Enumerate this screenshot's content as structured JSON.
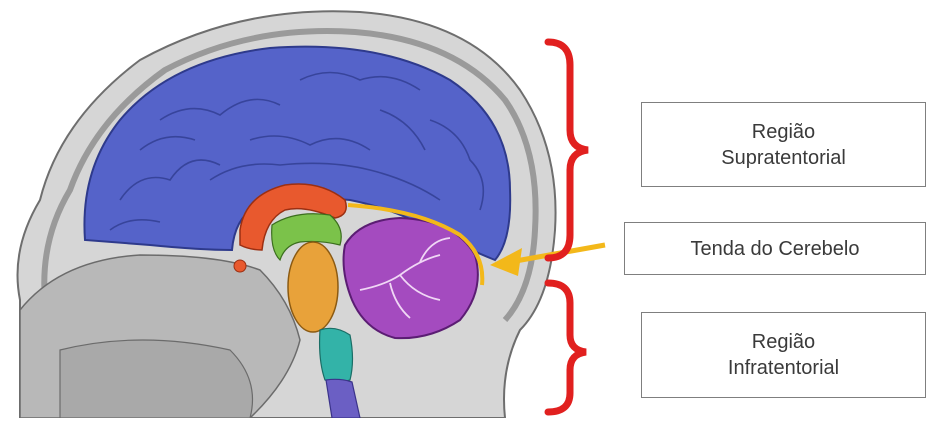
{
  "labels": {
    "supratentorial": {
      "line1": "Região",
      "line2": "Supratentorial"
    },
    "tentorium": "Tenda do Cerebelo",
    "infratentorial": {
      "line1": "Região",
      "line2": "Infratentorial"
    }
  },
  "colors": {
    "cerebrum": "#5563c9",
    "corpus_callosum_region": "#e8592e",
    "thalamus_midbrain": "#e8a23a",
    "brainstem": "#33b3a8",
    "cerebellum": "#a44bbf",
    "bracket": "#e1201f",
    "arrow": "#f3b81a"
  }
}
